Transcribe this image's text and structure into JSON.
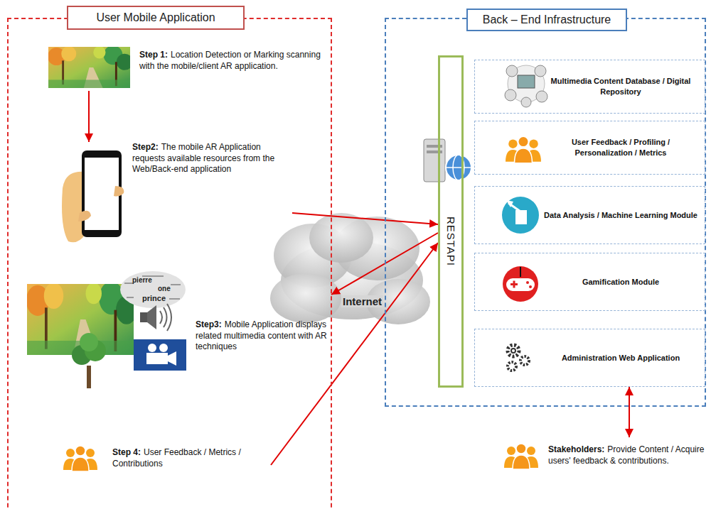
{
  "diagram": {
    "nodes": [
      {
        "text": [
          "User Mobile Application"
        ]
      },
      {
        "text": [
          "Step 1:",
          "Location Detection or Marking scanning with the mobile/client AR application."
        ],
        "in": 0
      },
      {
        "text": [
          "Step2:",
          "The mobile AR Application requests available resources from the Web/Back-end application"
        ],
        "in": 0
      },
      {
        "text": [
          "Step3:",
          "Mobile Application displays related multimedia content with AR techniques"
        ],
        "in": 0
      },
      {
        "text": [
          "Step 4:",
          "User Feedback / Metrics / Contributions"
        ],
        "in": 0
      },
      {
        "text": [
          "Back – End Infrastructure"
        ]
      },
      {
        "text": [
          "RESTAPI"
        ],
        "in": 5
      },
      {
        "text": [
          "Multimedia Content Database / Digital Repository"
        ],
        "in": 5
      },
      {
        "text": [
          "User Feedback / Profiling / Personalization / Metrics"
        ],
        "in": 5
      },
      {
        "text": [
          "Data Analysis / Machine Learning Module"
        ],
        "in": 5
      },
      {
        "text": [
          "Gamification Module"
        ],
        "in": 5
      },
      {
        "text": [
          "Administration Web Application"
        ],
        "in": 5
      },
      {
        "text": [
          "Stakeholders:",
          "Provide Content / Acquire users' feedback & contributions."
        ]
      }
    ],
    "edges": [
      {
        "from": 1,
        "to": 2,
        "arrow": "to"
      },
      {
        "from": 2,
        "to": 6,
        "arrow": "to"
      },
      {
        "from": 6,
        "to": 3,
        "arrow": "to"
      },
      {
        "from": 4,
        "to": 6,
        "arrow": "to"
      },
      {
        "from": 11,
        "to": 12,
        "arrow": "both"
      }
    ],
    "labels": [
      "Internet",
      "pierre",
      "one",
      "prince"
    ]
  }
}
